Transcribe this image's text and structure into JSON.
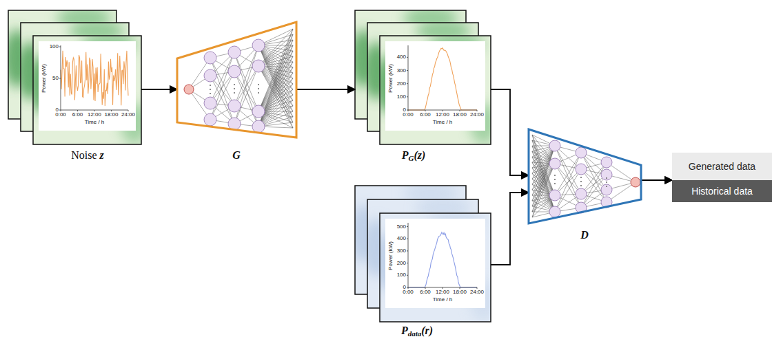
{
  "diagram": {
    "nodes": [
      {
        "text": [
          "Noise z"
        ]
      },
      {
        "text": [
          "G"
        ]
      },
      {
        "text": [
          "PG(z)"
        ]
      },
      {
        "text": [
          "Pdata(r)"
        ]
      },
      {
        "text": [
          "D"
        ]
      },
      {
        "text": [
          "Generated data"
        ]
      },
      {
        "text": [
          "Historical data"
        ]
      }
    ],
    "edges": [
      {
        "from": 0,
        "to": 1,
        "arrow": "to"
      },
      {
        "from": 1,
        "to": 2,
        "arrow": "to"
      },
      {
        "from": 2,
        "to": 4,
        "arrow": "to"
      },
      {
        "from": 3,
        "to": 4,
        "arrow": "to"
      },
      {
        "from": 4,
        "to": 5,
        "arrow": "to"
      },
      {
        "from": 4,
        "to": 6,
        "arrow": "to"
      }
    ],
    "labels": [
      "0",
      "50",
      "100",
      "0:00",
      "6:00",
      "12:00",
      "18:00",
      "24:00",
      "Power (kW)",
      "Time / h",
      "0",
      "100",
      "200",
      "300",
      "400",
      "0:00",
      "6:00",
      "12:00",
      "18:00",
      "24:00",
      "Power (kW)",
      "Time / h",
      "0",
      "100",
      "200",
      "300",
      "400",
      "500",
      "0:00",
      "6:00",
      "12:00",
      "18:00",
      "24:00",
      "Power (kW)",
      "Time / h"
    ]
  }
}
